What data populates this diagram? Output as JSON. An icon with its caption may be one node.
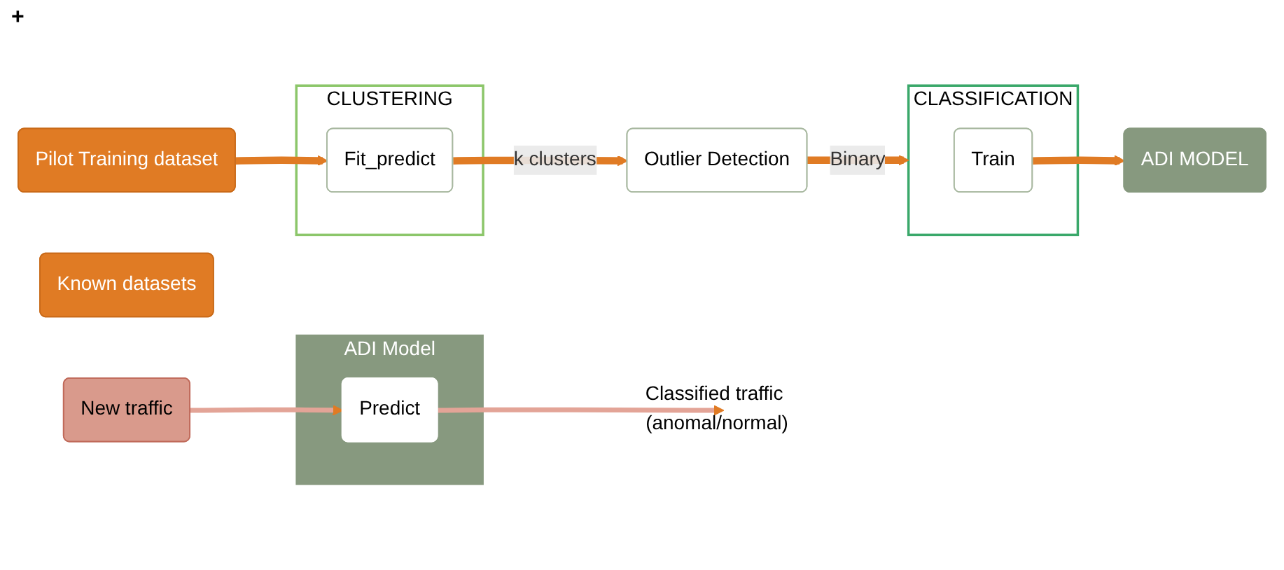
{
  "diagram": {
    "nodes": [
      {
        "text": [
          "Pilot Training dataset"
        ]
      },
      {
        "text": [
          "CLUSTERING"
        ]
      },
      {
        "text": [
          "Fit_predict"
        ],
        "in": 1
      },
      {
        "text": [
          "Outlier Detection"
        ]
      },
      {
        "text": [
          "Known datasets"
        ]
      },
      {
        "text": [
          "CLASSIFICATION"
        ]
      },
      {
        "text": [
          "Train"
        ],
        "in": 5
      },
      {
        "text": [
          "ADI MODEL"
        ]
      },
      {
        "text": [
          "New traffic"
        ]
      },
      {
        "text": [
          "ADI Model"
        ]
      },
      {
        "text": [
          "Predict"
        ],
        "in": 9
      },
      {
        "text": [
          "Classified traffic (anomal/normal)"
        ]
      }
    ],
    "edges": [
      {
        "from": 0,
        "to": 2,
        "arrow": "to"
      },
      {
        "from": 2,
        "to": 3,
        "arrow": "to",
        "label": "k clusters"
      },
      {
        "from": 3,
        "to": 5,
        "arrow": "to",
        "label": "Binary"
      },
      {
        "from": 6,
        "to": 7,
        "arrow": "to"
      },
      {
        "from": 8,
        "to": 10,
        "arrow": "to",
        "color": "#e3a497"
      },
      {
        "from": 10,
        "to": 11,
        "arrow": "to",
        "color": "#e3a497"
      }
    ],
    "labels": [
      "+"
    ]
  }
}
